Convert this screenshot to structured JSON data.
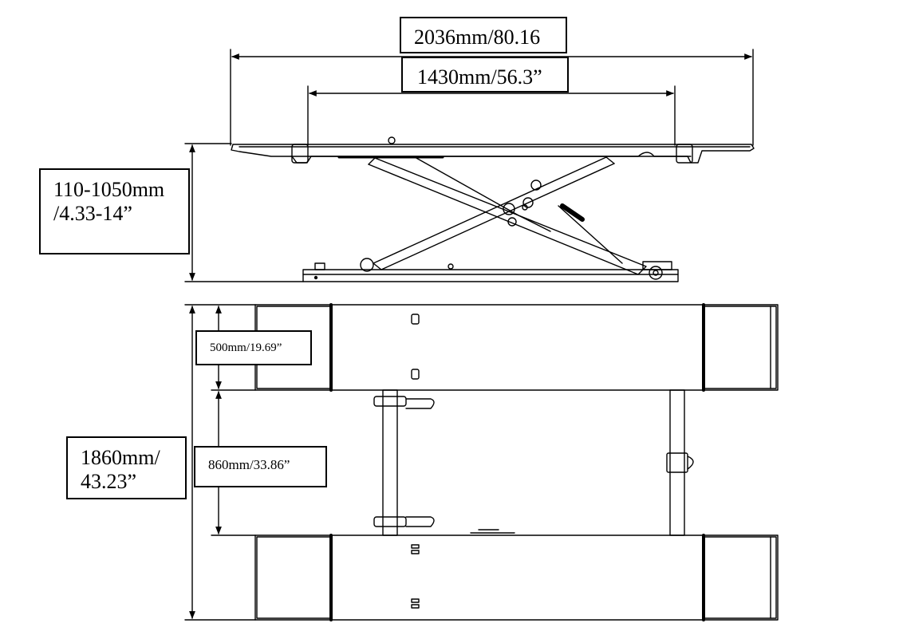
{
  "dimensions": {
    "overall_length": {
      "lines": [
        "2036mm/80.16"
      ]
    },
    "platform_spacing": {
      "lines": [
        "1430mm/56.3”"
      ]
    },
    "lift_height": {
      "lines": [
        "110-1050mm",
        "/4.33-14”"
      ]
    },
    "overall_width": {
      "lines": [
        "1860mm/",
        "43.23”"
      ]
    },
    "platform_width": {
      "lines": [
        "500mm/19.69”"
      ]
    },
    "inner_gap": {
      "lines": [
        "860mm/33.86”"
      ]
    }
  },
  "colors": {
    "line": "#000000",
    "background": "#ffffff"
  }
}
